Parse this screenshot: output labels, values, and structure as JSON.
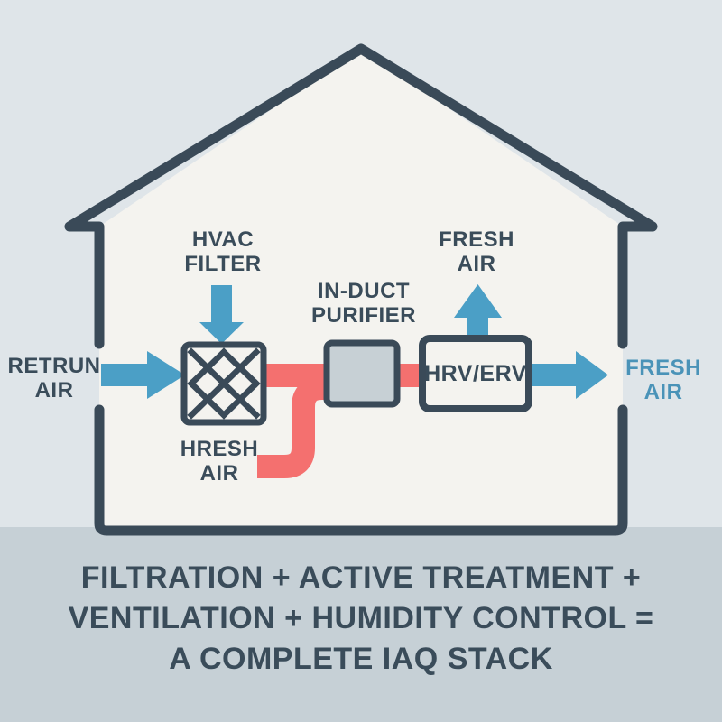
{
  "colors": {
    "sky": "#dfe5e9",
    "ground": "#c6d0d6",
    "house_fill": "#f4f3ef",
    "outline": "#3a4a58",
    "text_dark": "#3a4c5a",
    "arrow_blue": "#4b9fc6",
    "pipe_red": "#f4706f",
    "fresh_air_teal": "#4a93b8",
    "purifier_fill": "#c7d0d5"
  },
  "labels": {
    "return_air": "RETRUN\nAIR",
    "hvac_filter": "HVAC\nFILTER",
    "in_duct_purifier": "IN-DUCT\nPURIFIER",
    "fresh_air_top": "FRESH\nAIR",
    "hresh_air": "HRESH\nAIR",
    "fresh_air_right": "FRESH\nAIR",
    "hrv_erv": "HRV/ERV"
  },
  "caption": "FILTRATION + ACTIVE TREATMENT +\nVENTILATION + HUMIDITY CONTROL =\nA COMPLETE IAQ STACK"
}
